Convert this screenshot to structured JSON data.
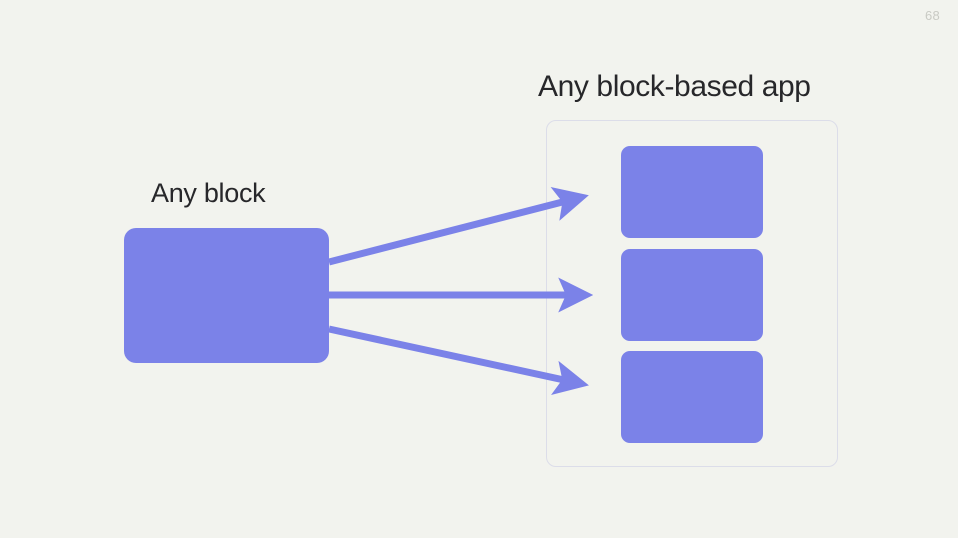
{
  "slide": {
    "page_number": "68",
    "background_color": "#f2f3ee",
    "accent_color": "#7b82e8",
    "text_color": "#27272a",
    "container_border_color": "#dcdde9",
    "page_number_color": "#c9cac4"
  },
  "left": {
    "label": "Any block",
    "block_name": "source-block"
  },
  "right": {
    "title": "Any block-based app",
    "blocks": [
      {
        "name": "app-block-1"
      },
      {
        "name": "app-block-2"
      },
      {
        "name": "app-block-3"
      }
    ]
  },
  "arrows": [
    {
      "name": "arrow-to-block-1",
      "from": "source-block",
      "to": "app-block-1"
    },
    {
      "name": "arrow-to-block-2",
      "from": "source-block",
      "to": "app-block-2"
    },
    {
      "name": "arrow-to-block-3",
      "from": "source-block",
      "to": "app-block-3"
    }
  ]
}
